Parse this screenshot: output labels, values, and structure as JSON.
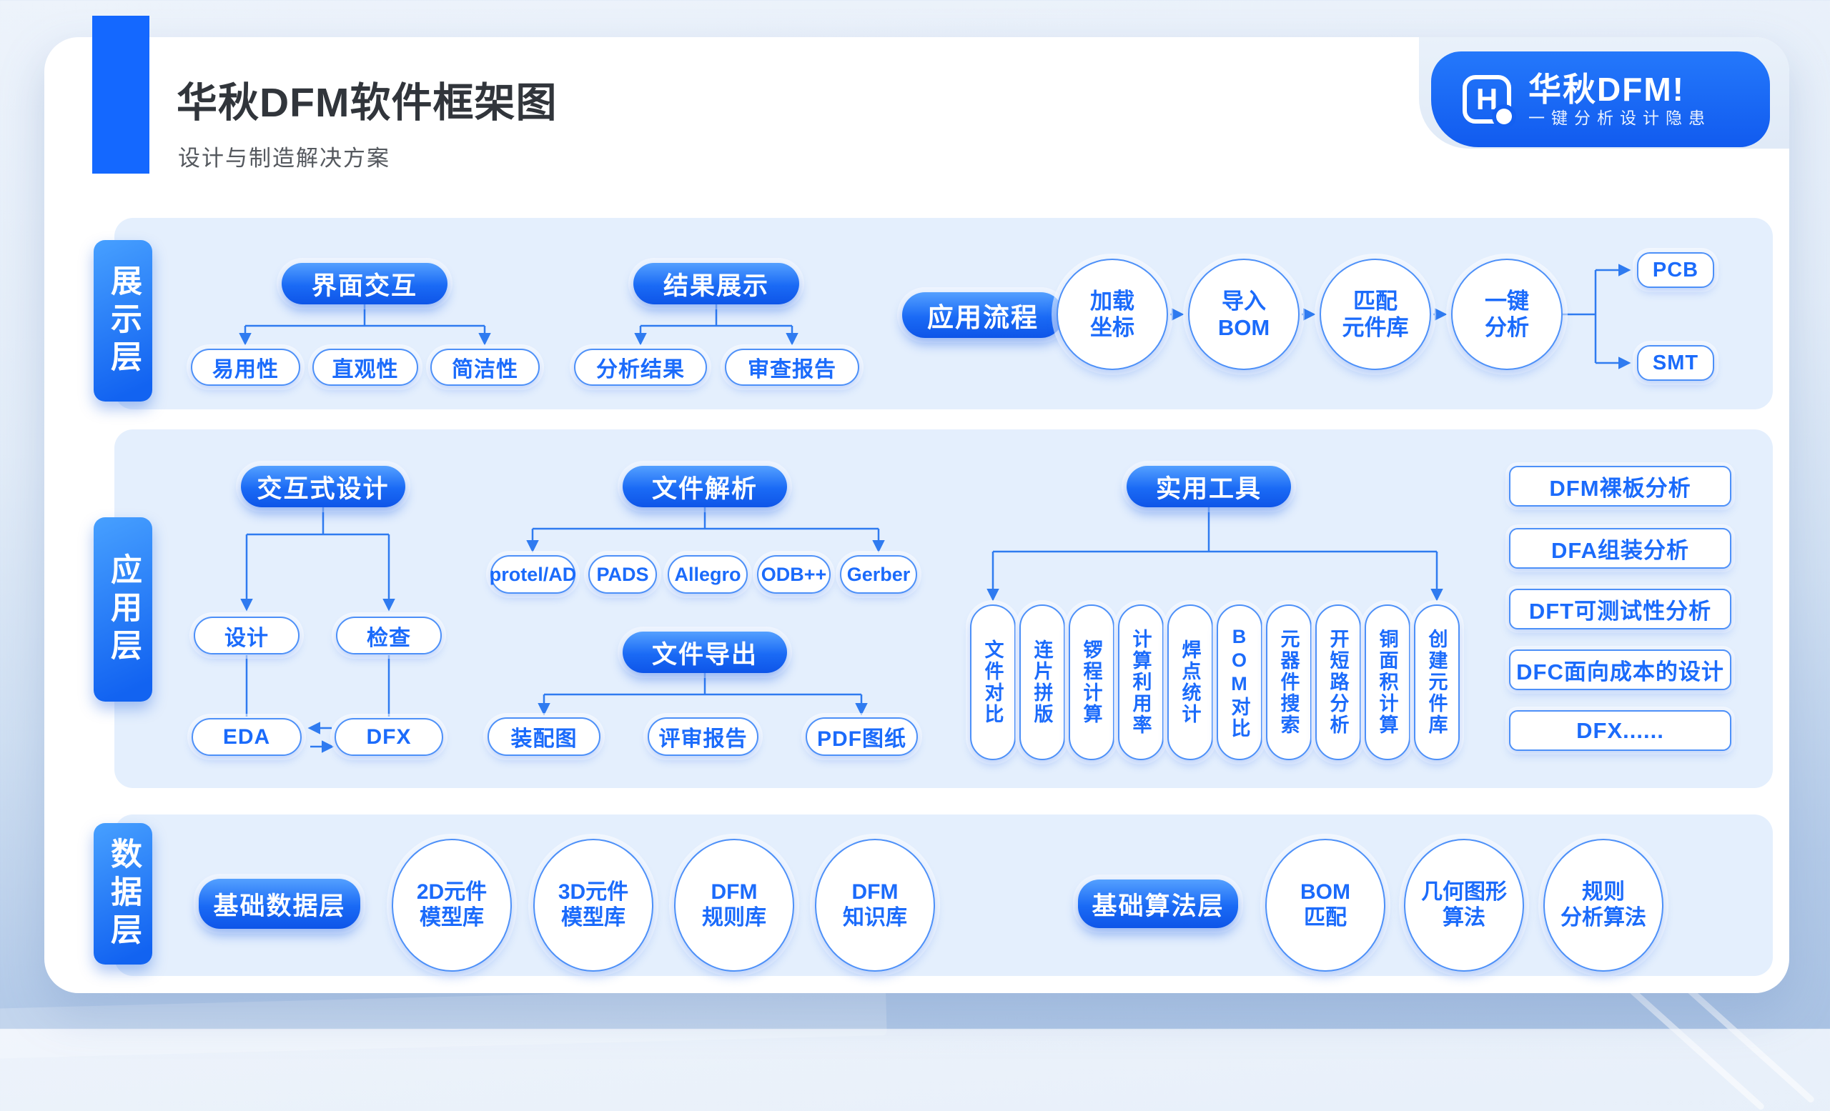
{
  "header": {
    "title": "华秋DFM软件框架图",
    "subtitle": "设计与制造解决方案"
  },
  "brand": {
    "logo_letter": "H",
    "name": "华秋DFM!",
    "tagline": "一键分析设计隐患"
  },
  "colors": {
    "accent_blue": "#1468FF",
    "pill_gradient_start": "#54A0FF",
    "pill_gradient_end": "#0E55E8",
    "node_text_blue": "#1B6BFB",
    "connector_blue": "#2F7BF0",
    "panel_bg": "#E4EFFD"
  },
  "display_layer": {
    "label": "展示层",
    "ui_group": {
      "title": "界面交互",
      "items": [
        "易用性",
        "直观性",
        "简洁性"
      ]
    },
    "result_group": {
      "title": "结果展示",
      "items": [
        "分析结果",
        "审查报告"
      ]
    },
    "flow": {
      "title": "应用流程",
      "steps": [
        {
          "l1": "加载",
          "l2": "坐标"
        },
        {
          "l1": "导入",
          "l2": "BOM"
        },
        {
          "l1": "匹配",
          "l2": "元件库"
        },
        {
          "l1": "一键",
          "l2": "分析"
        }
      ],
      "outputs": [
        "PCB",
        "SMT"
      ]
    }
  },
  "application_layer": {
    "label": "应用层",
    "interactive": {
      "title": "交互式设计",
      "children": [
        "设计",
        "检查"
      ],
      "targets": [
        "EDA",
        "DFX"
      ]
    },
    "parse": {
      "title": "文件解析",
      "formats": [
        "protel/AD",
        "PADS",
        "Allegro",
        "ODB++",
        "Gerber"
      ]
    },
    "export": {
      "title": "文件导出",
      "outputs": [
        "装配图",
        "评审报告",
        "PDF图纸"
      ]
    },
    "tools": {
      "title": "实用工具",
      "items": [
        "文件对比",
        "连片拼版",
        "锣程计算",
        "计算利用率",
        "焊点统计",
        "BOM对比",
        "元器件搜索",
        "开短路分析",
        "铜面积计算",
        "创建元件库"
      ]
    },
    "analyses": [
      "DFM裸板分析",
      "DFA组装分析",
      "DFT可测试性分析",
      "DFC面向成本的设计",
      "DFX......"
    ]
  },
  "data_layer": {
    "label": "数据层",
    "data_group": {
      "title": "基础数据层",
      "items": [
        {
          "l1": "2D元件",
          "l2": "模型库"
        },
        {
          "l1": "3D元件",
          "l2": "模型库"
        },
        {
          "l1": "DFM",
          "l2": "规则库"
        },
        {
          "l1": "DFM",
          "l2": "知识库"
        }
      ]
    },
    "algo_group": {
      "title": "基础算法层",
      "items": [
        {
          "l1": "BOM",
          "l2": "匹配"
        },
        {
          "l1": "几何图形",
          "l2": "算法"
        },
        {
          "l1": "规则",
          "l2": "分析算法"
        }
      ]
    }
  }
}
